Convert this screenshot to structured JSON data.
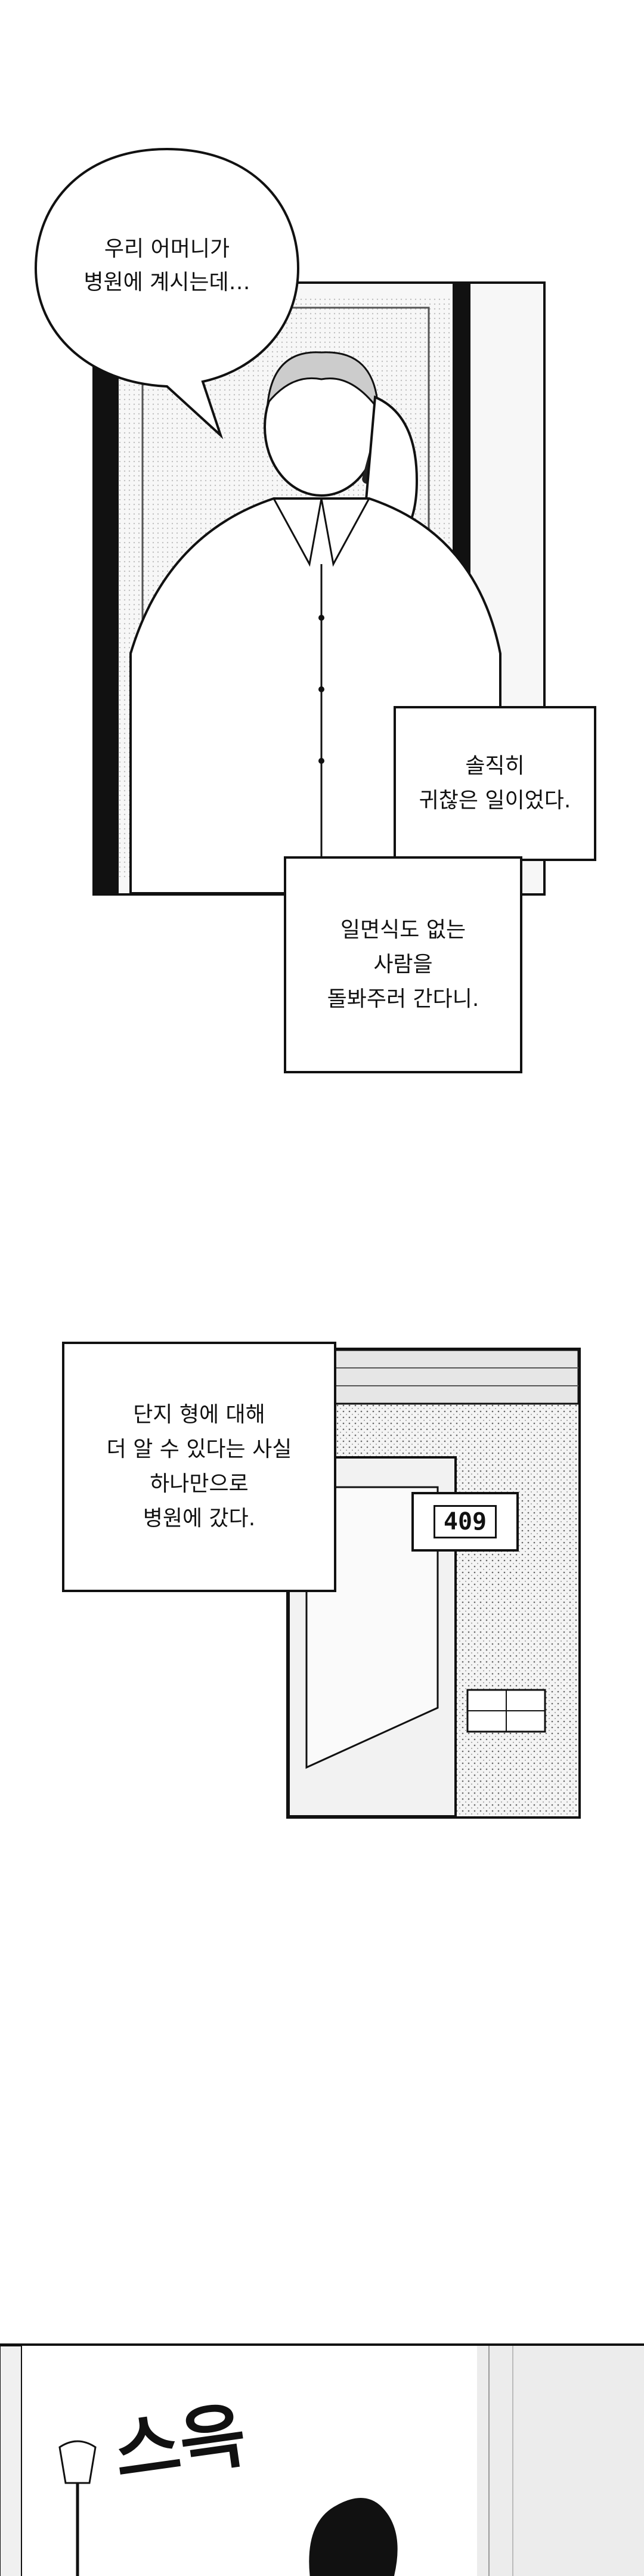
{
  "panels": {
    "phone_scene": {
      "bubble": {
        "lines": [
          "우리 어머니가",
          "병원에 계시는데…"
        ]
      },
      "caption_1": {
        "lines": [
          "솔직히",
          "귀찮은 일이었다."
        ]
      },
      "caption_2": {
        "lines": [
          "일면식도 없는",
          "사람을",
          "돌봐주러 간다니."
        ]
      }
    },
    "hospital_door": {
      "caption": {
        "lines": [
          "단지 형에 대해",
          "더 알 수 있다는 사실",
          "하나만으로",
          "병원에 갔다."
        ]
      },
      "room_number": "409"
    },
    "bottom_scene": {
      "sfx": "스윽"
    }
  },
  "colors": {
    "ink": "#111111",
    "paper": "#ffffff",
    "tone": "#dcdcdc"
  }
}
